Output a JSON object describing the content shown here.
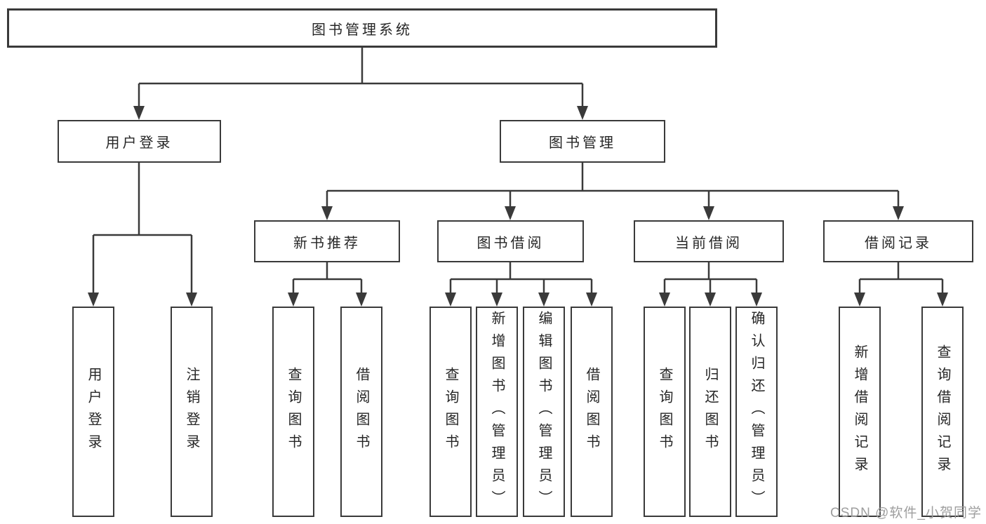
{
  "nodes": {
    "root": {
      "label": "图书管理系统"
    },
    "user_login": {
      "label": "用户登录"
    },
    "book_mgmt": {
      "label": "图书管理"
    },
    "new_book_rec": {
      "label": "新书推荐"
    },
    "book_borrow": {
      "label": "图书借阅"
    },
    "current_borrow": {
      "label": "当前借阅"
    },
    "borrow_records": {
      "label": "借阅记录"
    },
    "login_action": {
      "label": "用户登录"
    },
    "logout_action": {
      "label": "注销登录"
    },
    "rec_query_books": {
      "label": "查询图书"
    },
    "rec_borrow_books": {
      "label": "借阅图书"
    },
    "bb_query_books": {
      "label": "查询图书"
    },
    "bb_add_books": {
      "label": "新增图书（管理员）"
    },
    "bb_edit_books": {
      "label": "编辑图书（管理员）"
    },
    "bb_borrow_books": {
      "label": "借阅图书"
    },
    "cb_query_books": {
      "label": "查询图书"
    },
    "cb_return_books": {
      "label": "归还图书"
    },
    "cb_confirm_return": {
      "label": "确认归还（管理员）"
    },
    "br_add_record": {
      "label": "新增借阅记录"
    },
    "br_query_record": {
      "label": "查询借阅记录"
    }
  },
  "watermark": {
    "text": "CSDN @软件_小贺同学"
  },
  "colors": {
    "line": "#3a3a3a",
    "border": "#3a3a3a",
    "text": "#262626",
    "watermark": "#9e9e9e",
    "background": "#ffffff"
  }
}
